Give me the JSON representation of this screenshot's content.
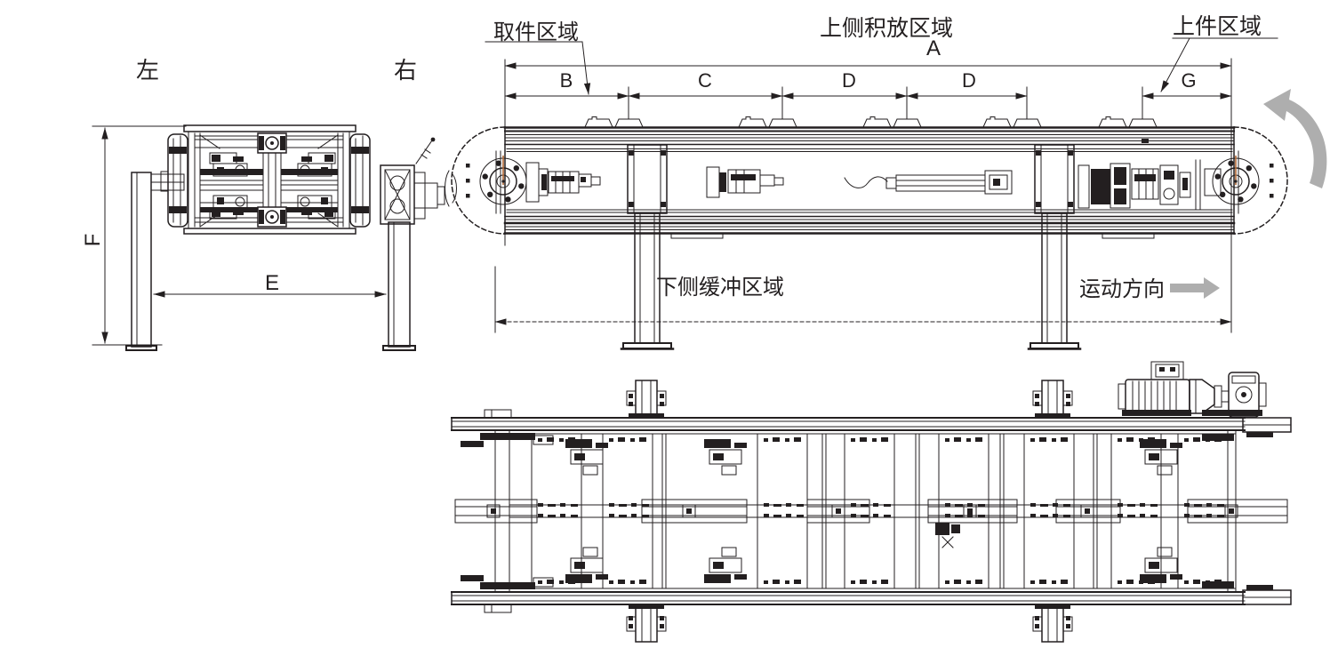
{
  "colors": {
    "line": "#231f20",
    "gray": "#aeaeae",
    "accent": "#ad6633",
    "background": "#ffffff"
  },
  "views": {
    "end_view": {
      "label_left": "左",
      "label_right": "右",
      "dim_height": "F",
      "dim_leg_span": "E"
    },
    "side_view": {
      "callout_pick_area": "取件区域",
      "label_upper_accumulation_area": "上侧积放区域",
      "callout_load_area": "上件区域",
      "dim_total_length": "A",
      "dim_pick_zone": "B",
      "dim_zone_c": "C",
      "dim_zone_d1": "D",
      "dim_zone_d2": "D",
      "dim_load_zone": "G",
      "label_lower_buffer_area": "下侧缓冲区域",
      "label_motion_direction": "运动方向"
    }
  }
}
